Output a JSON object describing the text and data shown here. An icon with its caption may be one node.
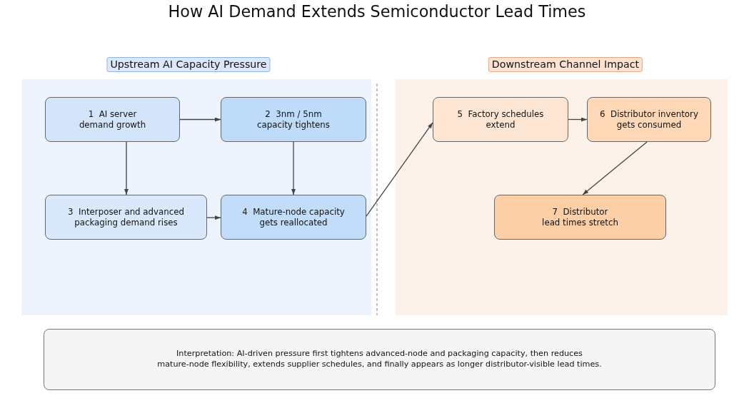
{
  "diagram": {
    "title": "How AI Demand Extends Semiconductor Lead Times",
    "nodes": [
      {
        "text": [
          "Upstream AI Capacity Pressure"
        ]
      },
      {
        "text": [
          "1  AI server demand growth"
        ],
        "in": 0
      },
      {
        "text": [
          "2  3nm / 5nm capacity tightens"
        ],
        "in": 0
      },
      {
        "text": [
          "3  Interposer and advanced packaging demand rises"
        ],
        "in": 0
      },
      {
        "text": [
          "4  Mature-node capacity gets reallocated"
        ],
        "in": 0
      },
      {
        "text": [
          "Downstream Channel Impact"
        ]
      },
      {
        "text": [
          "5  Factory schedules extend"
        ],
        "in": 5
      },
      {
        "text": [
          "6  Distributor inventory gets consumed"
        ],
        "in": 5
      },
      {
        "text": [
          "7  Distributor lead times stretch"
        ],
        "in": 5
      },
      {
        "text": [
          "Interpretation: AI-driven pressure first tightens advanced-node and packaging capacity, then reduces mature-node flexibility, extends supplier schedules, and finally appears as longer distributor-visible lead times."
        ]
      }
    ],
    "edges": [
      {
        "from": 1,
        "to": 2,
        "arrow": "to"
      },
      {
        "from": 1,
        "to": 3,
        "arrow": "to"
      },
      {
        "from": 2,
        "to": 4,
        "arrow": "to"
      },
      {
        "from": 3,
        "to": 4,
        "arrow": "to"
      },
      {
        "from": 4,
        "to": 6,
        "arrow": "to"
      },
      {
        "from": 6,
        "to": 7,
        "arrow": "to"
      },
      {
        "from": 7,
        "to": 8,
        "arrow": "to"
      }
    ]
  }
}
